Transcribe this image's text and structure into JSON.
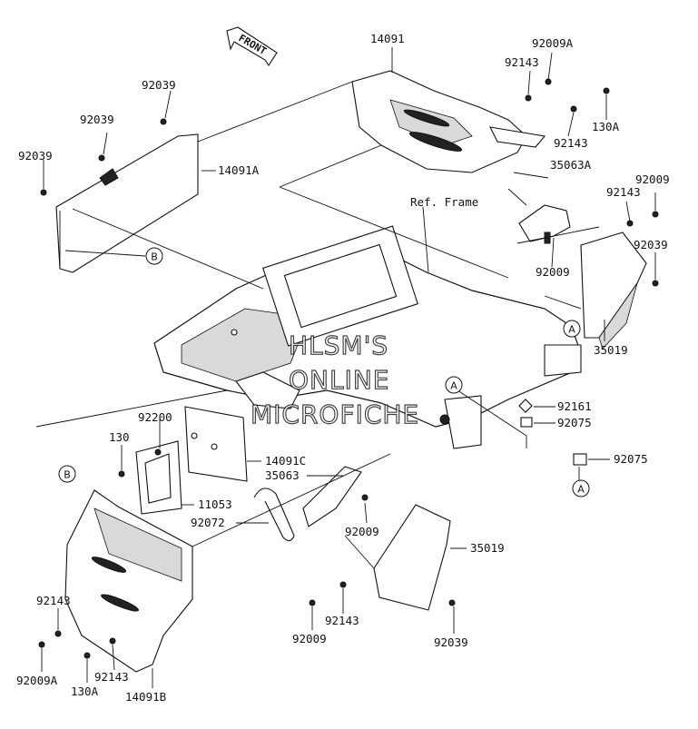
{
  "front_arrow": {
    "label": "FRONT"
  },
  "reference": {
    "frame_label": "Ref. Frame"
  },
  "watermark": {
    "lines": [
      "HLSM'S",
      "ONLINE",
      "MICROFICHE"
    ]
  },
  "callouts": {
    "a": "A",
    "b": "B"
  },
  "parts": {
    "p14091": "14091",
    "p14091A": "14091A",
    "p14091B": "14091B",
    "p14091C": "14091C",
    "p92009A_top": "92009A",
    "p92143_top1": "92143",
    "p130A_top": "130A",
    "p92143_top2": "92143",
    "p92039_l1": "92039",
    "p92039_l2": "92039",
    "p92039_l3": "92039",
    "p35063A": "35063A",
    "p92143_r": "92143",
    "p92009_r1": "92009",
    "p92039_r": "92039",
    "p92009_r2": "92009",
    "p35019_top": "35019",
    "p92161": "92161",
    "p92075_1": "92075",
    "p92075_2": "92075",
    "p92200": "92200",
    "p130": "130",
    "p11053": "11053",
    "p35063": "35063",
    "p92072": "92072",
    "p92009_mid": "92009",
    "p35019_bot": "35019",
    "p92143_bl": "92143",
    "p92009A_bl": "92009A",
    "p130A_bl": "130A",
    "p92143_bl2": "92143",
    "p92143_bm": "92143",
    "p92009_bm": "92009",
    "p92039_bm": "92039"
  }
}
